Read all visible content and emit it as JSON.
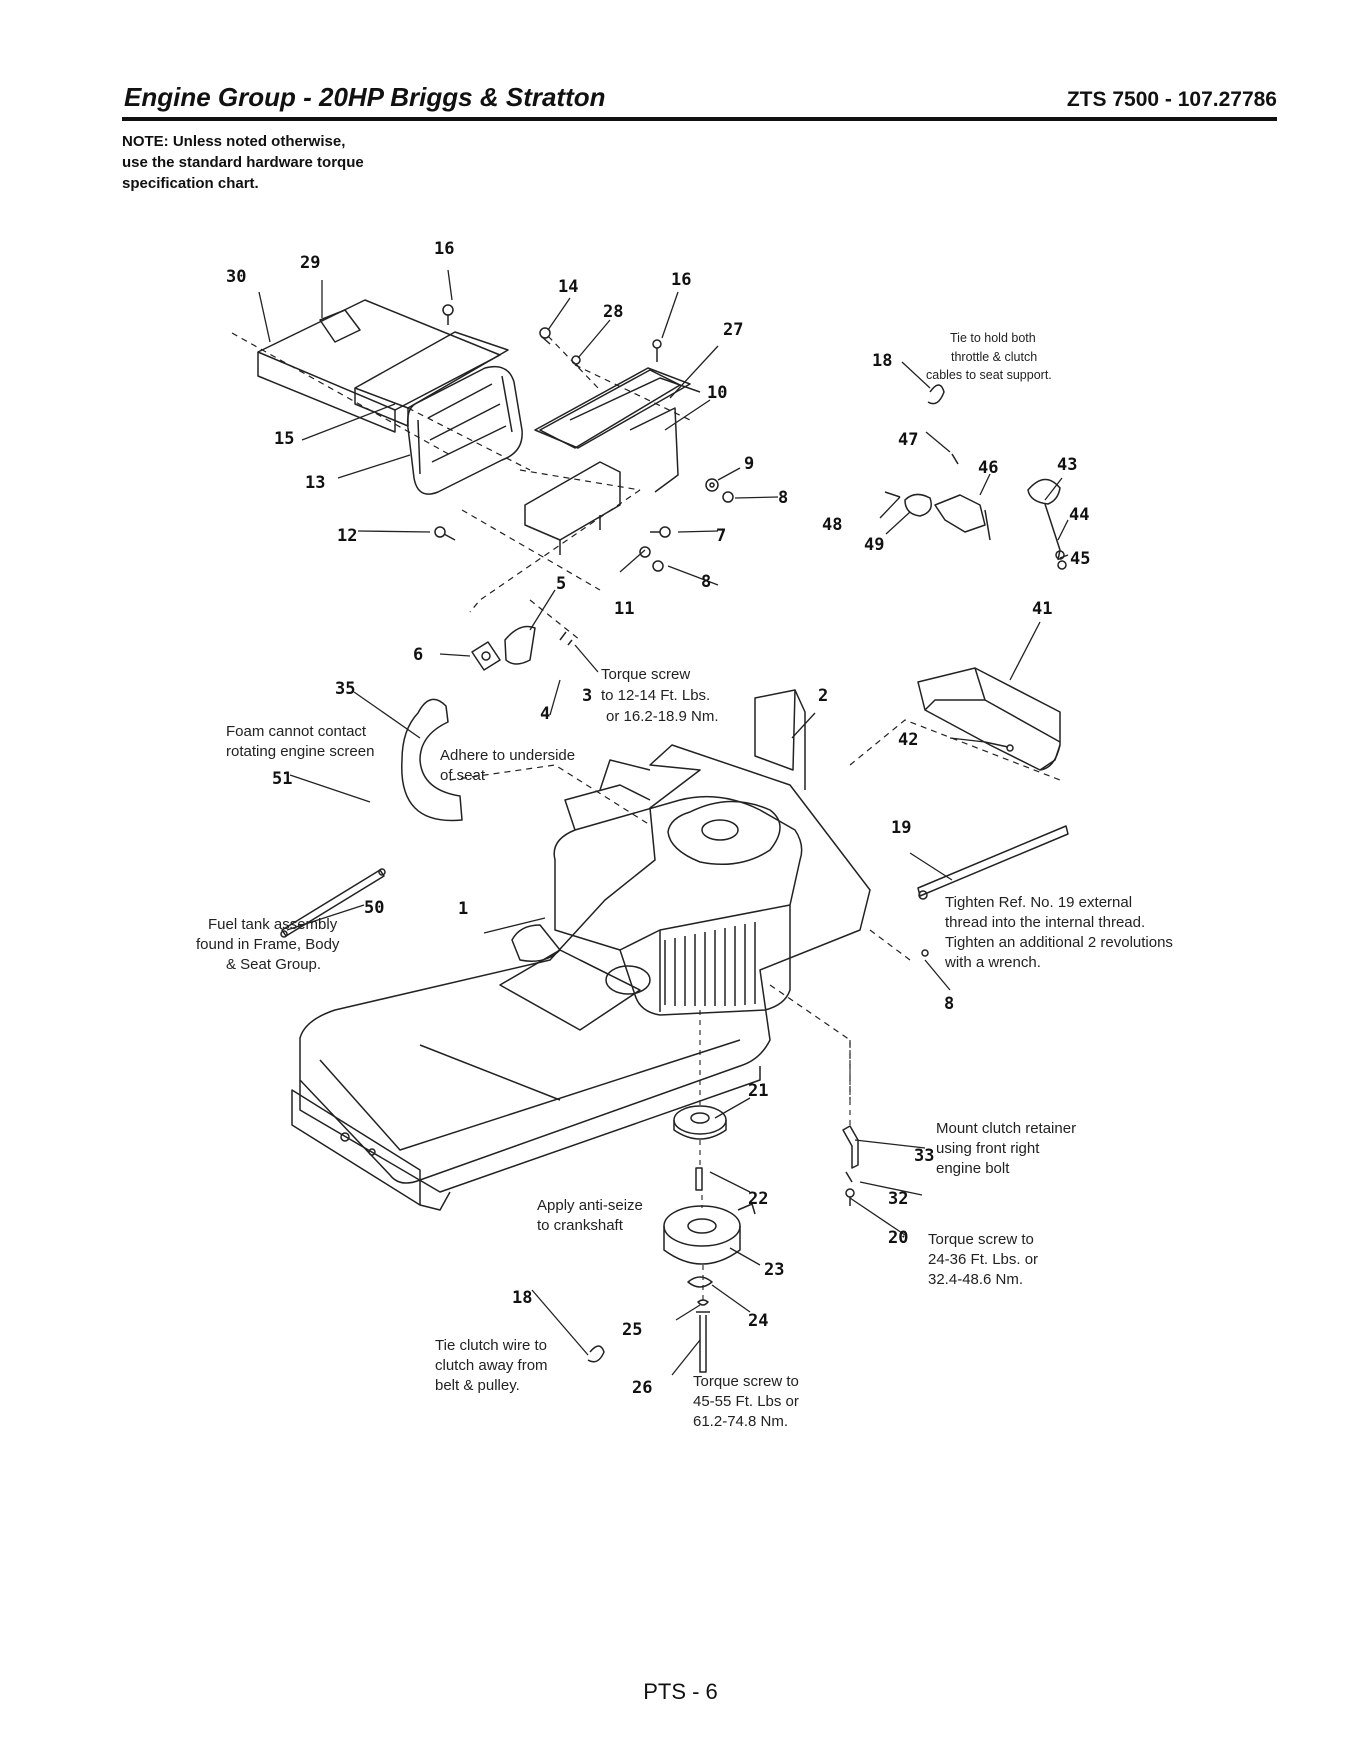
{
  "header": {
    "title": "Engine Group - 20HP Briggs & Stratton",
    "model": "ZTS 7500 - 107.27786"
  },
  "note": {
    "lines": [
      "NOTE: Unless noted otherwise,",
      "use the standard hardware torque",
      "specification chart."
    ]
  },
  "diagram": {
    "callouts": {
      "c30": "30",
      "c29": "29",
      "c16a": "16",
      "c14": "14",
      "c16b": "16",
      "c28": "28",
      "c27": "27",
      "c10": "10",
      "c15": "15",
      "c13": "13",
      "c9": "9",
      "c8a": "8",
      "c7": "7",
      "c12": "12",
      "c8b": "8",
      "c5": "5",
      "c11": "11",
      "c6": "6",
      "c3": "3",
      "c4": "4",
      "c35": "35",
      "c2": "2",
      "c18a": "18",
      "c47": "47",
      "c46": "46",
      "c43": "43",
      "c48": "48",
      "c49": "49",
      "c44": "44",
      "c45": "45",
      "c41": "41",
      "c42": "42",
      "c19": "19",
      "c8c": "8",
      "c51": "51",
      "c50": "50",
      "c1": "1",
      "c21": "21",
      "c22": "22",
      "c23": "23",
      "c24": "24",
      "c25": "25",
      "c26": "26",
      "c18b": "18",
      "c33": "33",
      "c32": "32",
      "c20": "20"
    },
    "annotations": {
      "tie_seat": [
        "Tie to hold both",
        "throttle & clutch",
        "cables to seat support."
      ],
      "torque_3": [
        "Torque screw",
        "to 12-14 Ft. Lbs.",
        "or 16.2-18.9 Nm."
      ],
      "foam": [
        "Foam cannot contact",
        "rotating engine screen"
      ],
      "adhere": [
        "Adhere to underside",
        "of seat"
      ],
      "fuel_tank": [
        "Fuel tank assembly",
        "found in Frame, Body",
        "& Seat Group."
      ],
      "tighten_19": [
        "Tighten Ref. No. 19 external",
        "thread into the internal thread.",
        "Tighten an additional 2 revolutions",
        "with a wrench."
      ],
      "mount_clutch": [
        "Mount clutch retainer",
        "using front right",
        "engine bolt"
      ],
      "torque_20": [
        "Torque screw to",
        "24-36 Ft. Lbs. or",
        "32.4-48.6 Nm."
      ],
      "anti_seize": [
        "Apply anti-seize",
        "to crankshaft"
      ],
      "tie_clutch": [
        "Tie clutch wire to",
        "clutch away from",
        "belt & pulley."
      ],
      "torque_26": [
        "Torque screw to",
        "45-55 Ft. Lbs or",
        "61.2-74.8 Nm."
      ]
    }
  },
  "footer": {
    "page": "PTS - 6"
  }
}
